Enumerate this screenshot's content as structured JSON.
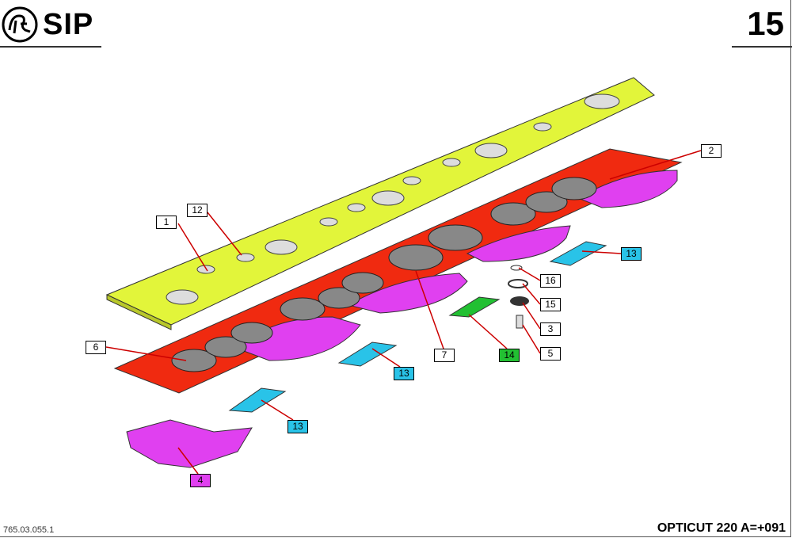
{
  "header": {
    "brand": "SIP",
    "page_number": "15"
  },
  "footer": {
    "document_number": "765.03.055.1",
    "model": "OPTICUT 220 A=+091"
  },
  "callouts": [
    {
      "label": "1",
      "color": "#ffffff"
    },
    {
      "label": "12",
      "color": "#ffffff"
    },
    {
      "label": "2",
      "color": "#ffffff"
    },
    {
      "label": "6",
      "color": "#ffffff"
    },
    {
      "label": "7",
      "color": "#ffffff"
    },
    {
      "label": "16",
      "color": "#ffffff"
    },
    {
      "label": "15",
      "color": "#ffffff"
    },
    {
      "label": "3",
      "color": "#ffffff"
    },
    {
      "label": "5",
      "color": "#ffffff"
    },
    {
      "label": "14",
      "color": "#22c032"
    },
    {
      "label": "13",
      "color": "#29c3e8"
    },
    {
      "label": "13",
      "color": "#29c3e8"
    },
    {
      "label": "13",
      "color": "#29c3e8"
    },
    {
      "label": "4",
      "color": "#e040f0"
    }
  ]
}
